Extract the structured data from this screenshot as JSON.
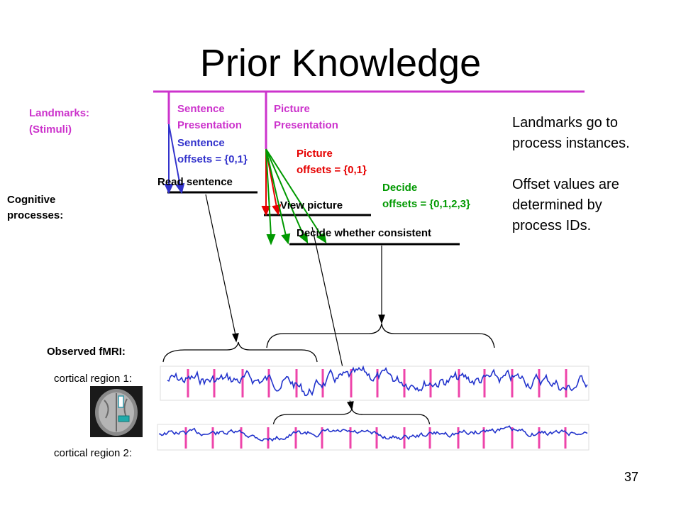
{
  "title": "Prior Knowledge",
  "landmarks_label": [
    "Landmarks:",
    "(Stimuli)"
  ],
  "sentence_presentation": [
    "Sentence",
    "Presentation"
  ],
  "picture_presentation": [
    "Picture",
    "Presentation"
  ],
  "sentence_offsets": [
    "Sentence",
    "offsets = {0,1}"
  ],
  "picture_offsets": [
    "Picture",
    "offsets = {0,1}"
  ],
  "decide_offsets": [
    "Decide",
    "offsets = {0,1,2,3}"
  ],
  "cognitive_label": [
    "Cognitive",
    "processes:"
  ],
  "process_read": "Read sentence",
  "process_view": "View picture",
  "process_decide": "Decide whether consistent",
  "notes": [
    "Landmarks go to",
    "process instances.",
    "",
    "Offset values are",
    "determined by",
    "process IDs."
  ],
  "observed_label": "Observed fMRI:",
  "region1_label": "cortical region 1:",
  "region2_label": "cortical region 2:",
  "page_number": "37",
  "colors": {
    "landmark": "#cc33cc",
    "sentence": "#3333cc",
    "picture": "#e60000",
    "decide": "#009900",
    "signal": "#2233cc",
    "marker": "#ee44aa"
  },
  "icons": [
    "mri-brain-scan-image",
    "region-marker-icon"
  ]
}
